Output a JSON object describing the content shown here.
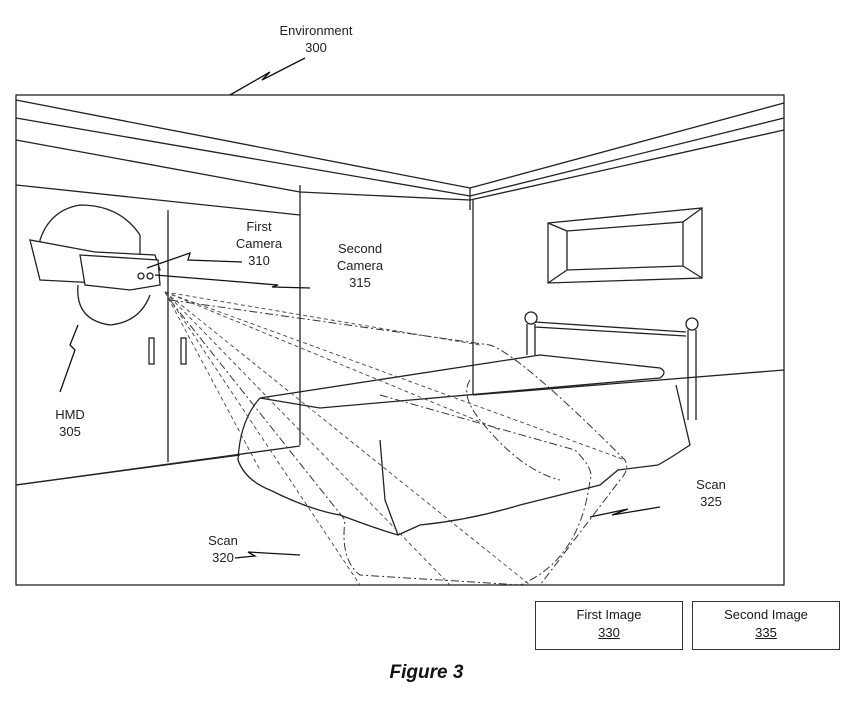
{
  "figure": {
    "caption": "Figure 3",
    "environment": {
      "label": "Environment",
      "number": "300"
    },
    "hmd": {
      "label": "HMD",
      "number": "305"
    },
    "first_camera": {
      "label_line1": "First",
      "label_line2": "Camera",
      "number": "310"
    },
    "second_camera": {
      "label_line1": "Second",
      "label_line2": "Camera",
      "number": "315"
    },
    "scan_left": {
      "label": "Scan",
      "number": "320"
    },
    "scan_right": {
      "label": "Scan",
      "number": "325"
    },
    "images": [
      {
        "label": "First Image",
        "number": "330"
      },
      {
        "label": "Second Image",
        "number": "335"
      }
    ]
  }
}
